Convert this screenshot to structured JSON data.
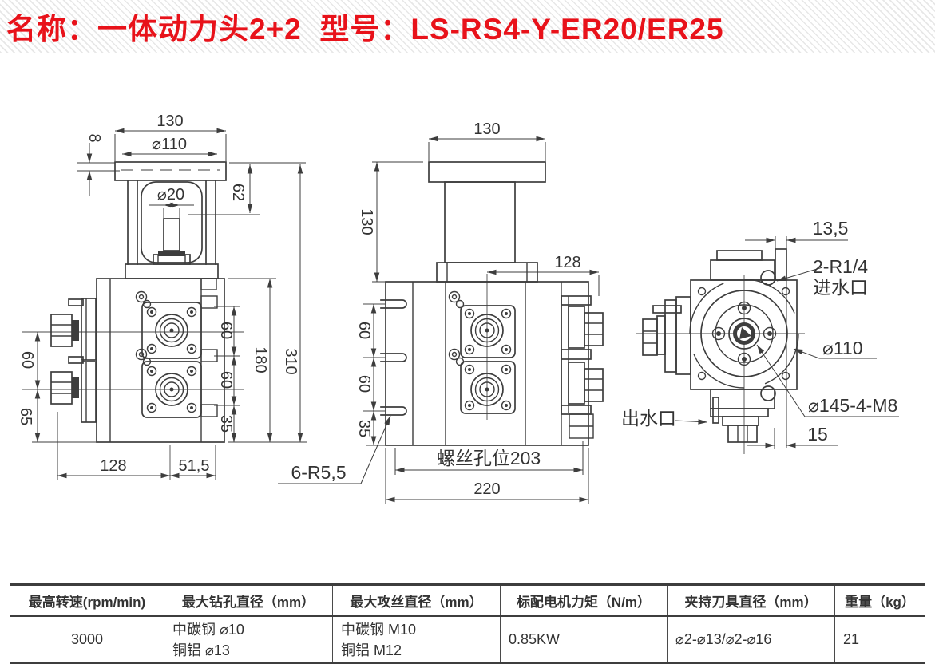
{
  "header": {
    "title": "名称：一体动力头2+2  型号：LS-RS4-Y-ER20/ER25",
    "accent_color": "#e8121a"
  },
  "views": {
    "front": {
      "dim_top_width": "130",
      "dim_flange_dia": "⌀110",
      "dim_plate_thk": "8",
      "dim_shaft_dia": "⌀20",
      "dim_col_height": "62",
      "dim_spindle_pitch": "60",
      "dim_lower_offset": "65",
      "dim_right_60a": "60",
      "dim_right_60b": "60",
      "dim_right_35": "35",
      "dim_body_height": "180",
      "dim_total_height": "310",
      "dim_bottom_left": "128",
      "dim_bottom_right": "51,5"
    },
    "side": {
      "dim_top_width": "130",
      "dim_col_height": "130",
      "dim_center_offset": "128",
      "dim_left_60a": "60",
      "dim_left_60b": "60",
      "dim_left_35": "35",
      "label_screw_holes": "螺丝孔位203",
      "dim_bottom_width": "220",
      "label_notches": "6-R5,5"
    },
    "end": {
      "dim_top_offset": "13,5",
      "label_inlet_spec": "2-R1/4",
      "label_inlet": "进水口",
      "label_bolt_circle": "⌀110",
      "label_mount_holes": "⌀145-4-M8",
      "label_outlet": "出水口",
      "dim_bottom_offset": "15"
    }
  },
  "spec_table": {
    "headers": [
      "最高转速(rpm/min)",
      "最大钻孔直径（mm）",
      "最大攻丝直径（mm）",
      "标配电机力矩（N/m）",
      "夹持刀具直径（mm）",
      "重量（kg）"
    ],
    "row": {
      "max_speed": "3000",
      "drill_line1": "中碳钢 ⌀10",
      "drill_line2": "铜铝 ⌀13",
      "tap_line1": "中碳钢 M10",
      "tap_line2": "铜铝 M12",
      "motor_torque": "0.85KW",
      "tool_dia": "⌀2-⌀13/⌀2-⌀16",
      "weight": "21"
    }
  }
}
